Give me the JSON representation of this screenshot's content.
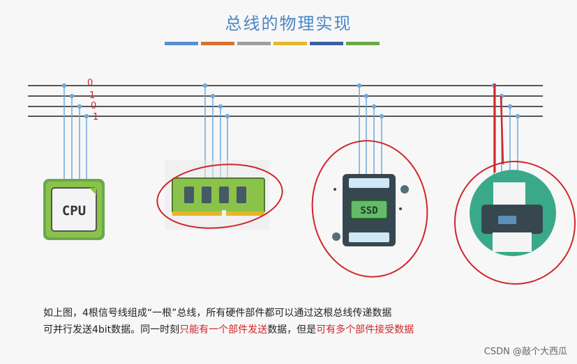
{
  "title": "总线的物理实现",
  "stripe_colors": [
    "#5a8ed0",
    "#d8732e",
    "#9e9e9e",
    "#e6b62a",
    "#3a5fa8",
    "#6aaa45"
  ],
  "devices": {
    "cpu_label": "CPU",
    "ssd_label": "SSD"
  },
  "annotations": {
    "bits": [
      "0",
      "1",
      "0",
      "1"
    ]
  },
  "caption": {
    "line1": "如上图，4根信号线组成“一根”总线，所有硬件部件都可以通过这根总线传递数据",
    "line2_a": "可并行发送4bit数据。同一时刻",
    "line2_b": "只能有一个部件发送",
    "line2_c": "数据，但是",
    "line2_d": "可有多个部件接受数据"
  },
  "watermark": "CSDN @敲个大西瓜",
  "colors": {
    "accent_red": "#d0252a",
    "bus_line": "#555555",
    "tap_line": "#6fa8dc",
    "device_green": "#7ab85a",
    "printer_teal": "#3aa989"
  }
}
